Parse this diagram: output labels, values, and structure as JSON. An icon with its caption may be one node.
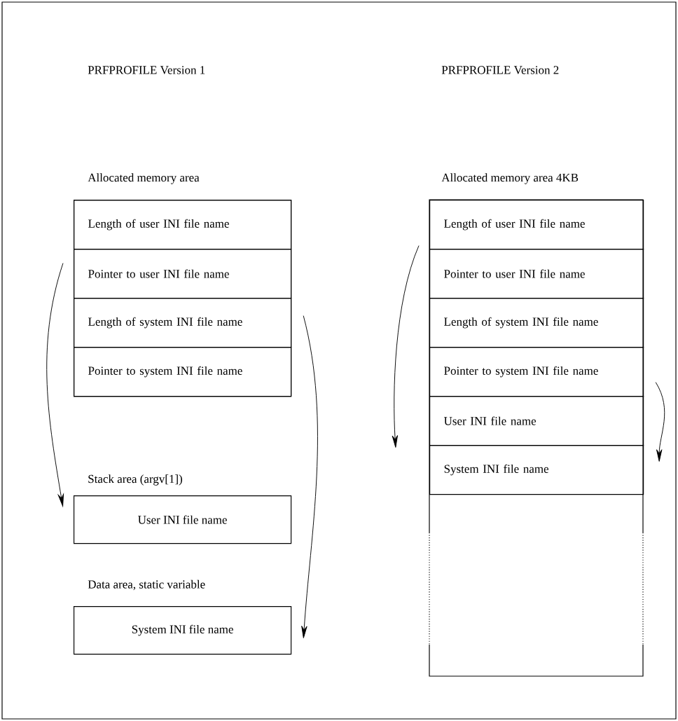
{
  "diagram": {
    "nodes": [
      {
        "text": [
          "Allocated memory area"
        ]
      },
      {
        "text": [
          "Length of user INI file name"
        ],
        "in": 0
      },
      {
        "text": [
          "Pointer to user INI file name"
        ],
        "in": 0
      },
      {
        "text": [
          "Length of system INI file name"
        ],
        "in": 0
      },
      {
        "text": [
          "Pointer to system INI file name"
        ],
        "in": 0
      },
      {
        "text": [
          "Stack area (argv[1])",
          "User INI file name"
        ]
      },
      {
        "text": [
          "Data area, static variable",
          "System INI file name"
        ]
      },
      {
        "text": [
          "Allocated memory area 4KB"
        ]
      },
      {
        "text": [
          "Length of user INI file name"
        ],
        "in": 7
      },
      {
        "text": [
          "Pointer to user INI file name"
        ],
        "in": 7
      },
      {
        "text": [
          "Length of system INI file name"
        ],
        "in": 7
      },
      {
        "text": [
          "Pointer to system INI file name"
        ],
        "in": 7
      },
      {
        "text": [
          "User INI file name"
        ],
        "in": 7
      },
      {
        "text": [
          "System INI file name"
        ],
        "in": 7
      }
    ],
    "edges": [
      {
        "from": 2,
        "to": 5,
        "arrow": "to"
      },
      {
        "from": 3,
        "to": 6,
        "arrow": "to"
      },
      {
        "from": 9,
        "to": 12,
        "arrow": "to"
      },
      {
        "from": 11,
        "to": 13,
        "arrow": "to"
      }
    ],
    "labels": [
      "PRFPROFILE Version 1",
      "PRFPROFILE Version 2"
    ]
  }
}
